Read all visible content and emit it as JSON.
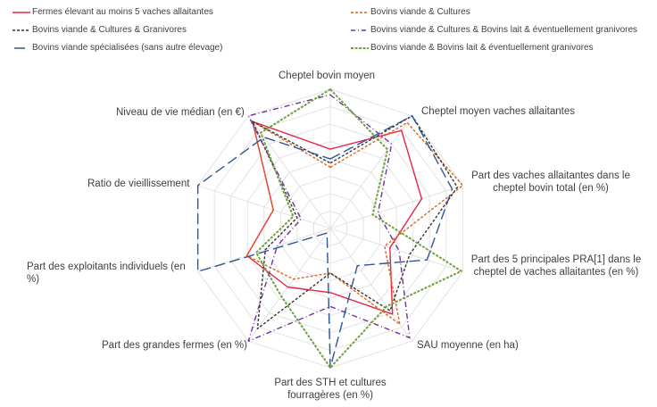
{
  "chart_data": {
    "type": "radar",
    "axes": [
      "Cheptel bovin moyen",
      "Cheptel moyen vaches allaitantes",
      "Part des vaches allaitantes dans le cheptel bovin total (en %)",
      "Part des 5 principales PRA[1] dans le cheptel de vaches allaitantes (en %)",
      "SAU moyenne (en ha)",
      "Part des STH et cultures fourragères (en %)",
      "Part des grandes fermes (en %)",
      "Part des exploitants individuels (en %)",
      "Ratio de vieillissement",
      "Niveau de vie médian (en €)"
    ],
    "rlim": [
      0,
      1
    ],
    "grid": true,
    "legend_position": "top",
    "series": [
      {
        "name": "Fermes élevant au moins 5 vaches allaitantes",
        "color": "#e8234a",
        "dash": "solid",
        "values": [
          0.57,
          0.87,
          0.69,
          0.45,
          0.76,
          0.46,
          0.52,
          0.63,
          0.43,
          0.95
        ]
      },
      {
        "name": "Bovins viande & Cultures",
        "color": "#d9671c",
        "dash": "short",
        "values": [
          0.44,
          0.94,
          1.0,
          0.41,
          0.85,
          0.32,
          0.45,
          0.63,
          0.43,
          0.95
        ]
      },
      {
        "name": "Bovins viande & Cultures & Granivores",
        "color": "#333333",
        "dash": "short",
        "values": [
          0.47,
          1.0,
          0.96,
          0.6,
          0.73,
          0.32,
          0.89,
          0.49,
          0.25,
          0.95
        ]
      },
      {
        "name": "Bovins viande & Cultures & Bovins lait & éventuellement granivores",
        "color": "#7030a0",
        "dash": "dashdot",
        "values": [
          0.96,
          0.75,
          0.36,
          0.52,
          0.97,
          0.56,
          1.0,
          0.4,
          0.22,
          1.0
        ]
      },
      {
        "name": "Bovins viande spécialisées (sans autre élevage)",
        "color": "#2f5597",
        "dash": "long",
        "values": [
          0.5,
          1.0,
          0.92,
          0.73,
          0.33,
          1.0,
          0.04,
          1.0,
          1.0,
          0.81
        ]
      },
      {
        "name": "Bovins viande & Bovins lait & éventuellement granivores",
        "color": "#70a040",
        "dash": "green",
        "values": [
          1.0,
          0.7,
          0.32,
          0.99,
          0.69,
          1.0,
          0.6,
          0.56,
          0.28,
          0.85
        ]
      }
    ]
  }
}
